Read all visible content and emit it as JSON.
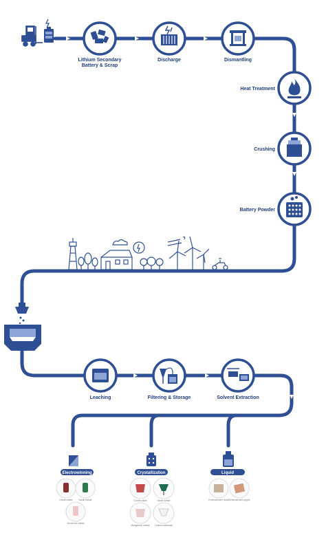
{
  "colors": {
    "primary": "#2e4f93",
    "dark": "#1f3c7d",
    "light": "#d8def0"
  },
  "steps": {
    "lithium": "Lithium Secondary",
    "lithium2": "Battery & Scrap",
    "discharge": "Discharge",
    "dismantling": "Dismantling",
    "heat": "Heat Treatment",
    "crushing": "Crushing",
    "powder": "Battery Powder",
    "leaching": "Leaching",
    "filtering": "Filtering & Storage",
    "solvent": "Solvent Extraction"
  },
  "outputs": {
    "electro": {
      "label": "Electrowinning",
      "products": [
        "Cobalt sulfate",
        "Nickel sulfate",
        "Aluminium sulfate"
      ]
    },
    "cryst": {
      "label": "Crystallization",
      "products": [
        "Cobalt sulfate",
        "Nickel sulfate",
        "Manganese sulfate",
        "Lithium carbonate"
      ]
    },
    "liquid": {
      "label": "Liquid",
      "products": [
        "Electrowinnied nickel",
        "Electrowinnied copper"
      ]
    }
  },
  "icons": {
    "forklift": "forklift-icon",
    "battery": "battery-icon",
    "scrap": "battery-scrap-icon",
    "discharge": "discharge-icon",
    "dismantling": "dismantling-icon",
    "heat": "flame-icon",
    "crushing": "crusher-icon",
    "powder": "powder-icon",
    "landscape": "eco-landscape-icon",
    "tank": "leaching-tank-icon",
    "leaching": "leaching-icon",
    "filtering": "filter-icon",
    "solvent": "solvent-extraction-icon"
  }
}
